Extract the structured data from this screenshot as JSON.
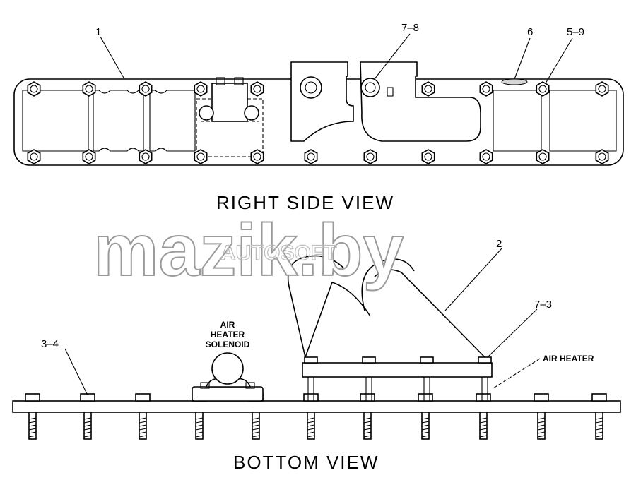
{
  "labels": {
    "part_1": "1",
    "part_7_8": "7–8",
    "part_6": "6",
    "part_5_9": "5–9",
    "part_2": "2",
    "part_7_3": "7–3",
    "part_3_4": "3–4",
    "air_heater": "AIR HEATER",
    "solenoid_line1": "AIR",
    "solenoid_line2": "HEATER",
    "solenoid_line3": "SOLENOID",
    "right_side_view": "RIGHT SIDE VIEW",
    "bottom_view": "BOTTOM VIEW"
  },
  "watermark": {
    "main": "mazik.by",
    "overlay": "AUTOSOFT"
  }
}
